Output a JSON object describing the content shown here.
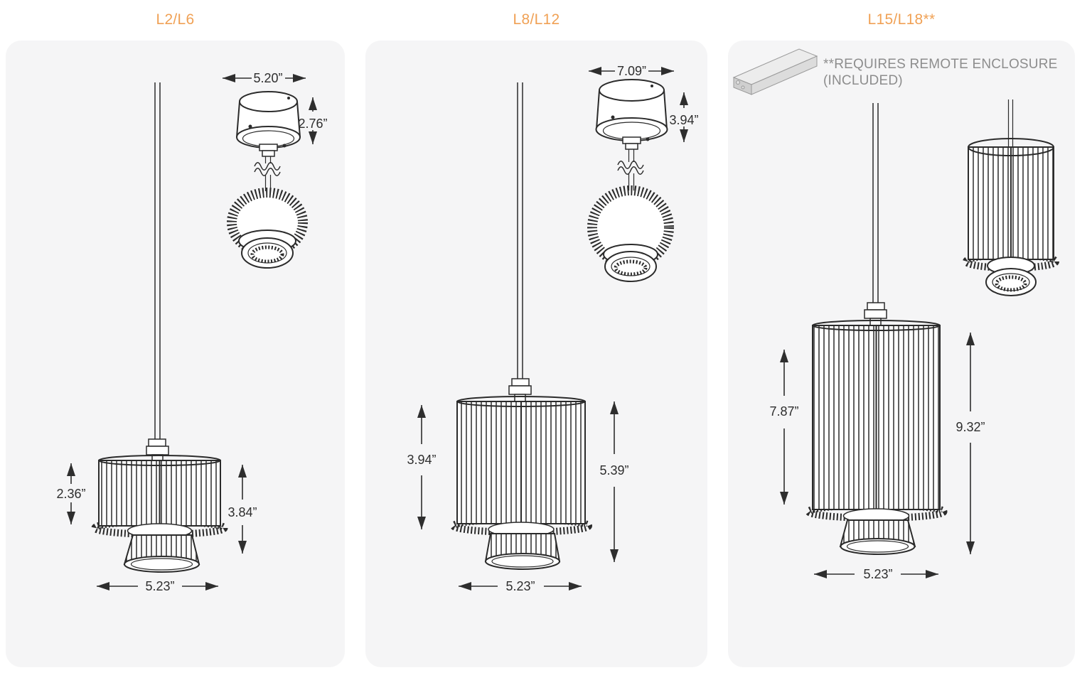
{
  "colors": {
    "panel_bg": "#f5f5f6",
    "title": "#f0a155",
    "line": "#2b2b2b",
    "note": "#8d8d8d",
    "dimtext": "#2e2e2e"
  },
  "panels": [
    {
      "title": "L2/L6",
      "dims": {
        "canopy_width": "5.20”",
        "canopy_height": "2.76”",
        "body_height": "2.36”",
        "overall_height": "3.84”",
        "diameter": "5.23”"
      }
    },
    {
      "title": "L8/L12",
      "dims": {
        "canopy_width": "7.09”",
        "canopy_height": "3.94”",
        "body_height": "3.94”",
        "overall_height": "5.39”",
        "diameter": "5.23”"
      }
    },
    {
      "title": "L15/L18**",
      "note_line1": "**REQUIRES REMOTE ENCLOSURE",
      "note_line2": "(INCLUDED)",
      "dims": {
        "body_height": "7.87”",
        "overall_height": "9.32”",
        "diameter": "5.23”"
      }
    }
  ]
}
